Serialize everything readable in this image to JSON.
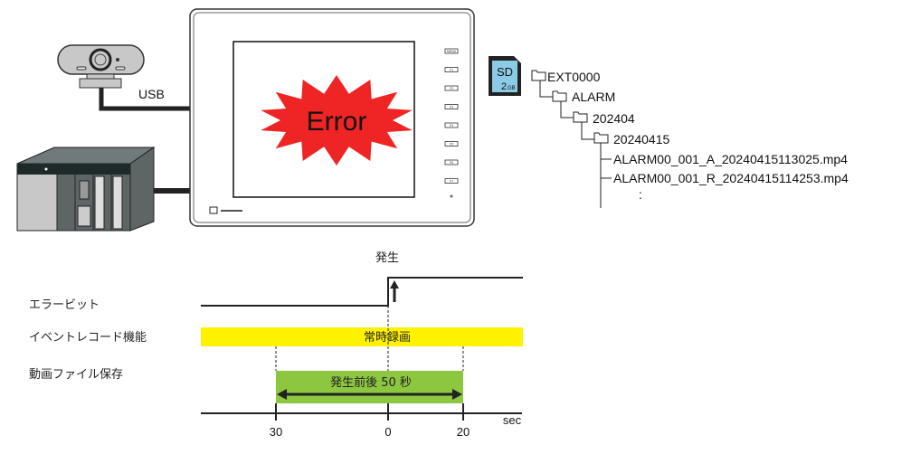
{
  "devices": {
    "usb_label": "USB",
    "error_text": "Error",
    "sd_card": {
      "label": "SD",
      "capacity": "2",
      "capacity_unit": "GB"
    },
    "hmi_buttons": [
      "MENU",
      "F1",
      "F2",
      "F3",
      "F4",
      "F5",
      "F6",
      "F7"
    ],
    "colors": {
      "error": "#ee2524",
      "sd": "#8ccbe6"
    }
  },
  "tree": {
    "folders": [
      "EXT0000",
      "ALARM",
      "202404",
      "20240415"
    ],
    "files": [
      "ALARM00_001_A_20240415113025.mp4",
      "ALARM00_001_R_20240415114253.mp4"
    ],
    "more": ":"
  },
  "timing": {
    "event_label": "発生",
    "rows": [
      "エラービット",
      "イベントレコード機能",
      "動画ファイル保存"
    ],
    "continuous_label": "常時録画",
    "saved_label": "発生前後 50 秒",
    "axis_ticks": [
      "30",
      "0",
      "20"
    ],
    "axis_unit": "sec",
    "colors": {
      "continuous": "#fff200",
      "saved": "#8dc63f"
    }
  }
}
